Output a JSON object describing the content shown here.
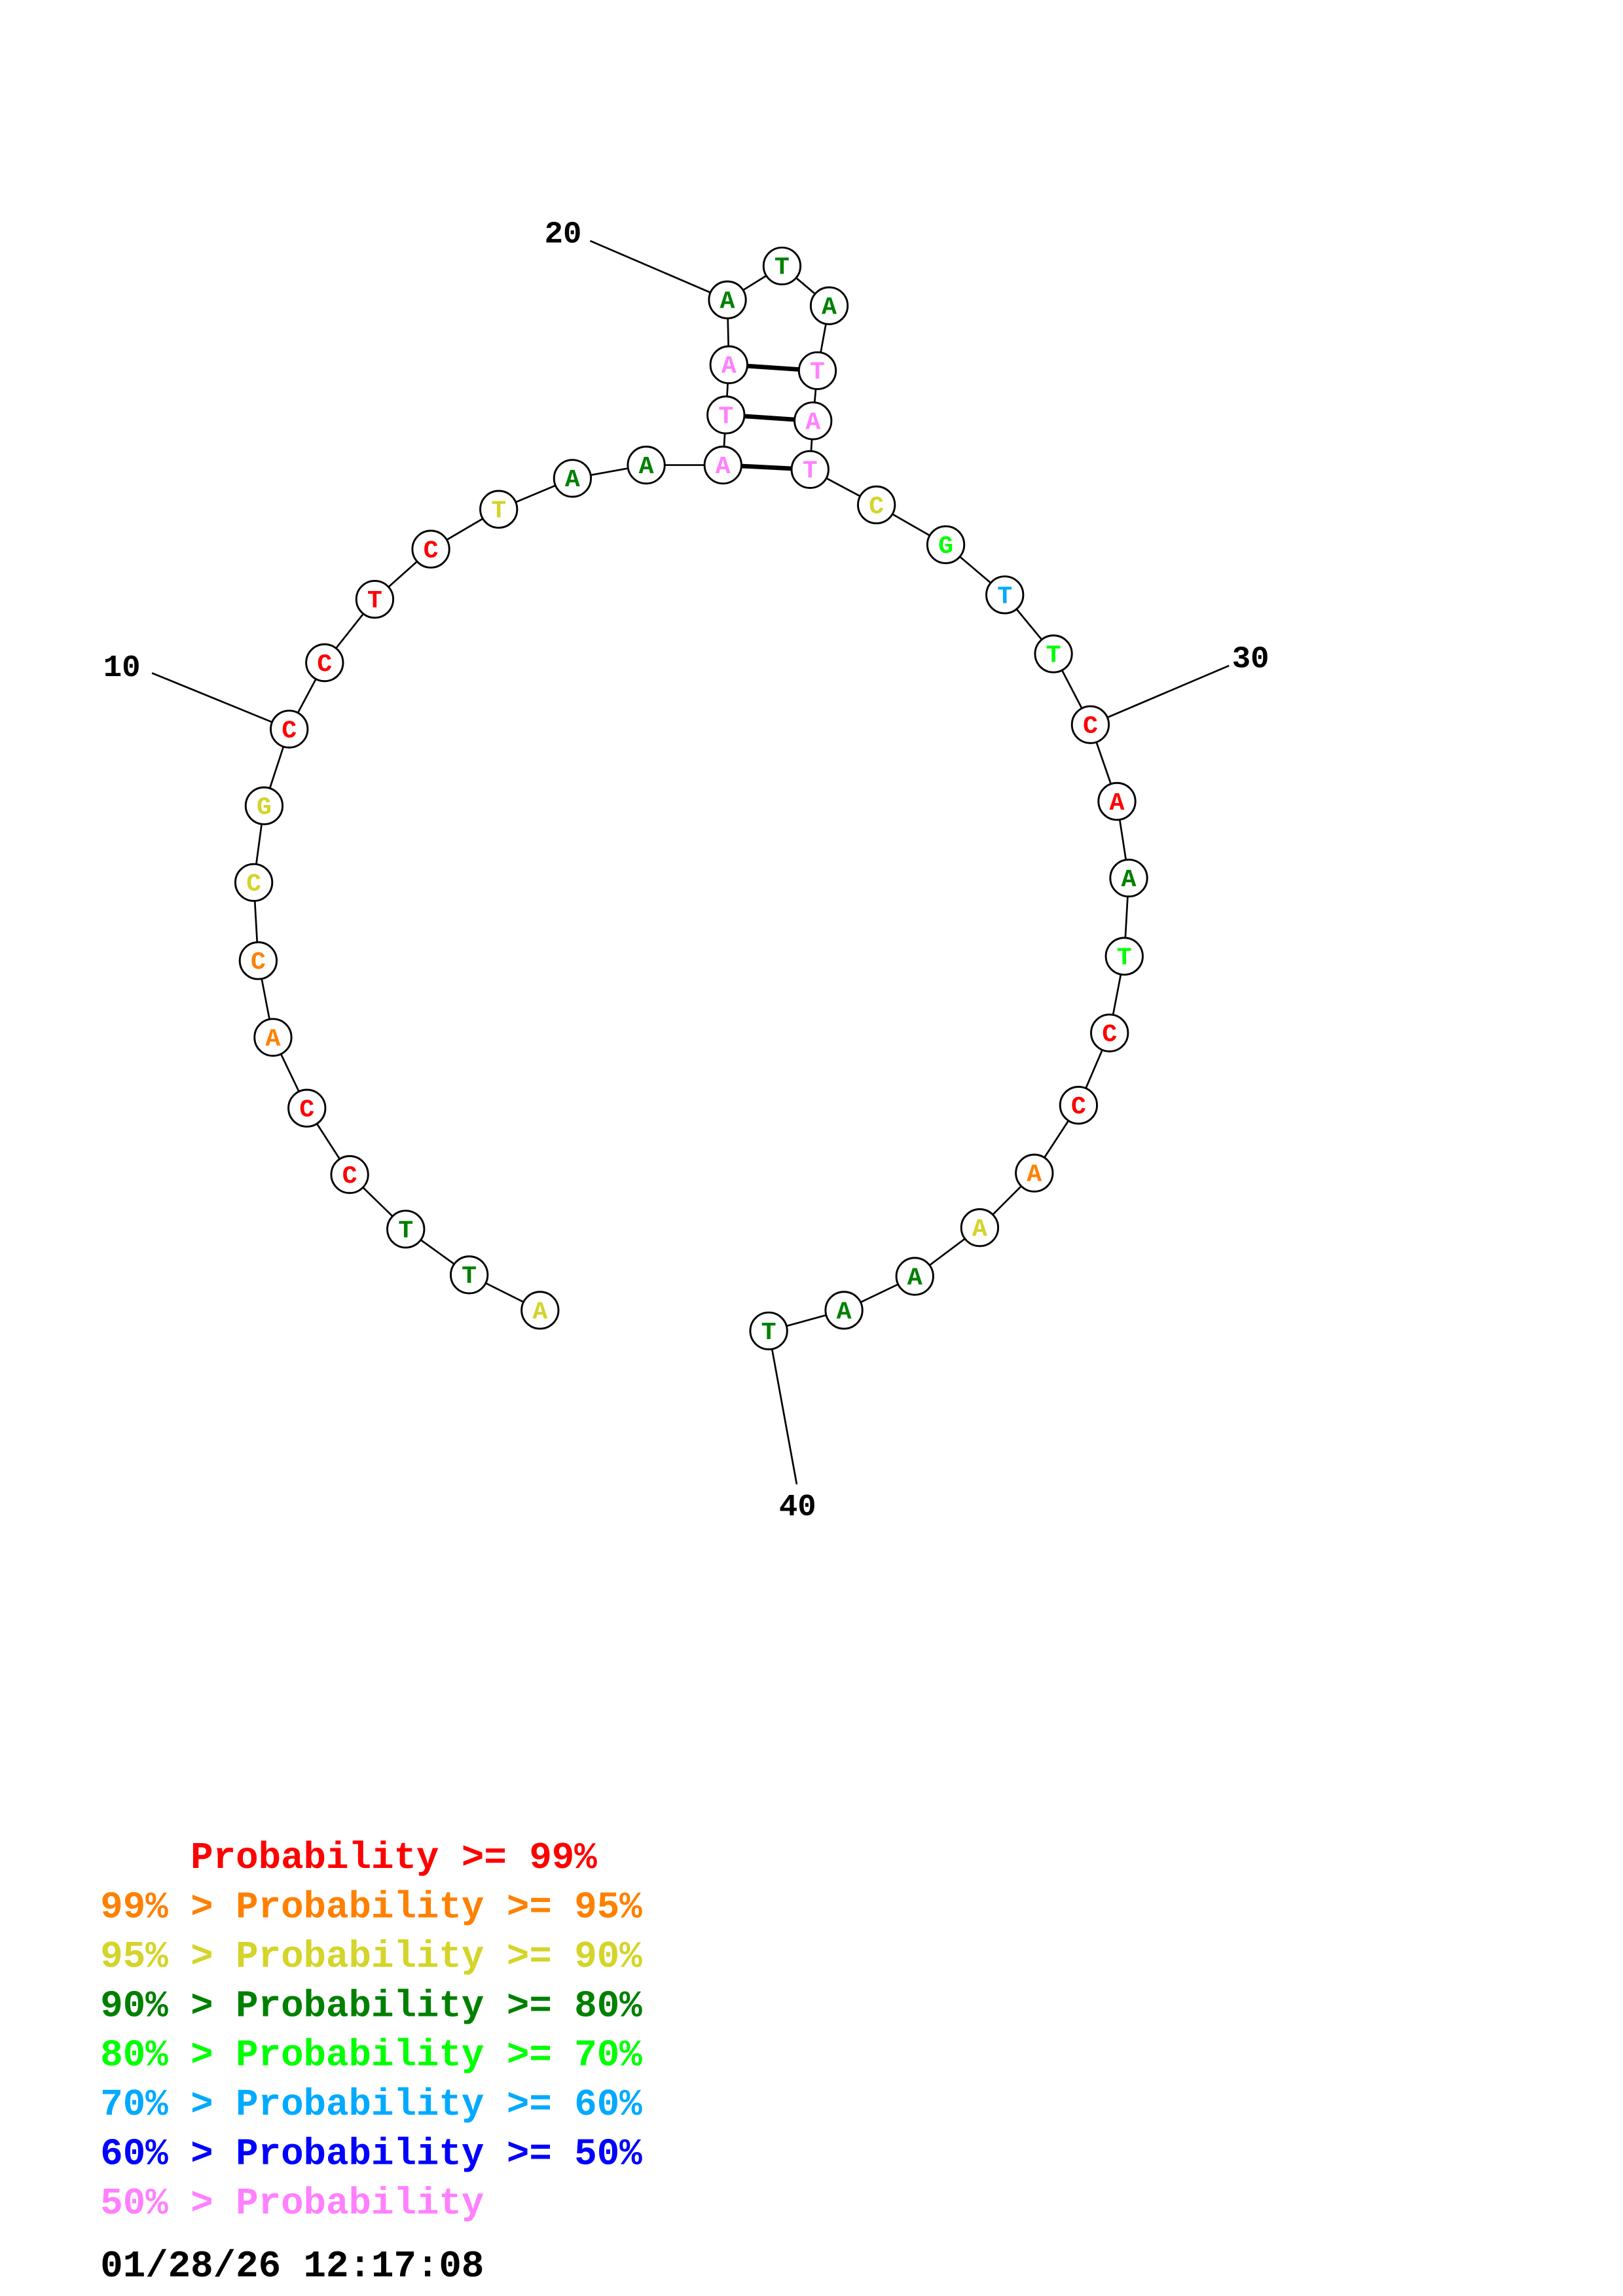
{
  "sequence": [
    "A",
    "T",
    "T",
    "C",
    "C",
    "A",
    "C",
    "C",
    "G",
    "C",
    "C",
    "T",
    "C",
    "T",
    "A",
    "A",
    "A",
    "T",
    "A",
    "A",
    "T",
    "A",
    "T",
    "A",
    "T",
    "C",
    "G",
    "T",
    "T",
    "C",
    "A",
    "A",
    "T",
    "C",
    "C",
    "A",
    "A",
    "A",
    "A",
    "T"
  ],
  "probability_levels": [
    2,
    3,
    3,
    0,
    0,
    1,
    1,
    2,
    2,
    0,
    0,
    0,
    0,
    2,
    3,
    3,
    7,
    7,
    7,
    3,
    3,
    3,
    7,
    7,
    7,
    2,
    4,
    5,
    4,
    0,
    0,
    3,
    4,
    0,
    0,
    1,
    2,
    3,
    3,
    3
  ],
  "base_pairs": [
    [
      17,
      25
    ],
    [
      18,
      24
    ],
    [
      19,
      23
    ]
  ],
  "position_labels": [
    {
      "index": 10,
      "text": "10"
    },
    {
      "index": 20,
      "text": "20"
    },
    {
      "index": 30,
      "text": "30"
    },
    {
      "index": 40,
      "text": "40"
    }
  ],
  "legend": [
    {
      "prefix": "    ",
      "middle": "Probability",
      "suffix": " >= 99%",
      "color": "#ff0000"
    },
    {
      "prefix": "99% > ",
      "middle": "Probability",
      "suffix": " >= 95%",
      "color": "#ff8000"
    },
    {
      "prefix": "95% > ",
      "middle": "Probability",
      "suffix": " >= 90%",
      "color": "#d4d42a"
    },
    {
      "prefix": "90% > ",
      "middle": "Probability",
      "suffix": " >= 80%",
      "color": "#008000"
    },
    {
      "prefix": "80% > ",
      "middle": "Probability",
      "suffix": " >= 70%",
      "color": "#00ff00"
    },
    {
      "prefix": "70% > ",
      "middle": "Probability",
      "suffix": " >= 60%",
      "color": "#00aaff"
    },
    {
      "prefix": "60% > ",
      "middle": "Probability",
      "suffix": " >= 50%",
      "color": "#0000ff"
    },
    {
      "prefix": "50% > ",
      "middle": "Probability",
      "suffix": "",
      "color": "#ff80ff"
    }
  ],
  "timestamp": "01/28/26 12:17:08"
}
